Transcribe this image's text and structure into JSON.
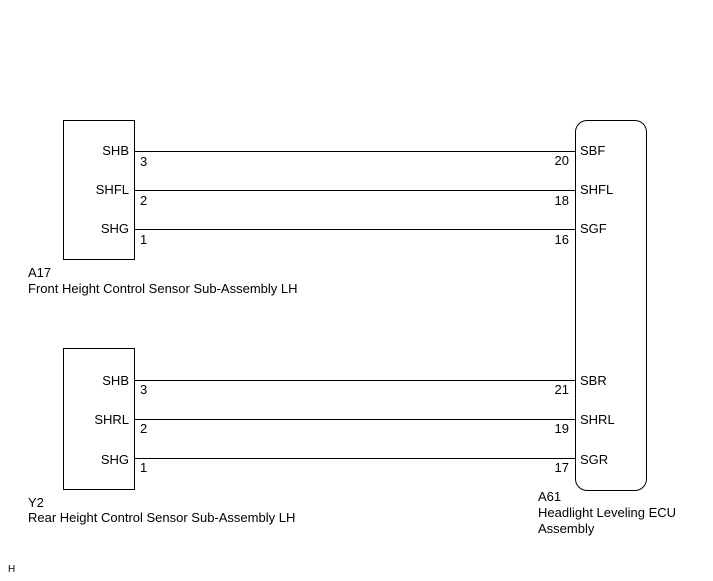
{
  "connectors": {
    "front_sensor": {
      "code": "A17",
      "name": "Front Height Control Sensor Sub-Assembly LH",
      "signals": [
        "SHB",
        "SHFL",
        "SHG"
      ],
      "pins": [
        "3",
        "2",
        "1"
      ]
    },
    "rear_sensor": {
      "code": "Y2",
      "name": "Rear Height Control Sensor Sub-Assembly LH",
      "signals": [
        "SHB",
        "SHRL",
        "SHG"
      ],
      "pins": [
        "3",
        "2",
        "1"
      ]
    },
    "ecu": {
      "code": "A61",
      "name_line1": "Headlight Leveling ECU",
      "name_line2": "Assembly",
      "front_signals": [
        "SBF",
        "SHFL",
        "SGF"
      ],
      "front_pins": [
        "20",
        "18",
        "16"
      ],
      "rear_signals": [
        "SBR",
        "SHRL",
        "SGR"
      ],
      "rear_pins": [
        "21",
        "19",
        "17"
      ]
    }
  },
  "footer": {
    "mark": "H"
  }
}
